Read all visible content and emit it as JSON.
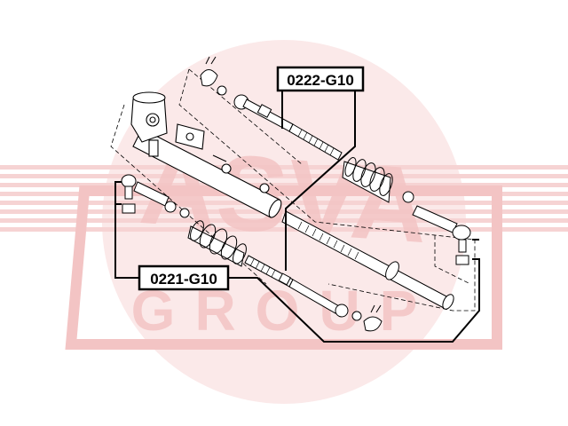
{
  "watermark": {
    "brand_top": "ASVA",
    "brand_bottom": "GROUP",
    "color": "#f3c4c4",
    "circle_color": "#fbe9e9"
  },
  "callouts": {
    "upper_part_number": "0222-G10",
    "lower_part_number": "0221-G10"
  },
  "colors": {
    "ink": "#000000",
    "background": "#ffffff"
  }
}
